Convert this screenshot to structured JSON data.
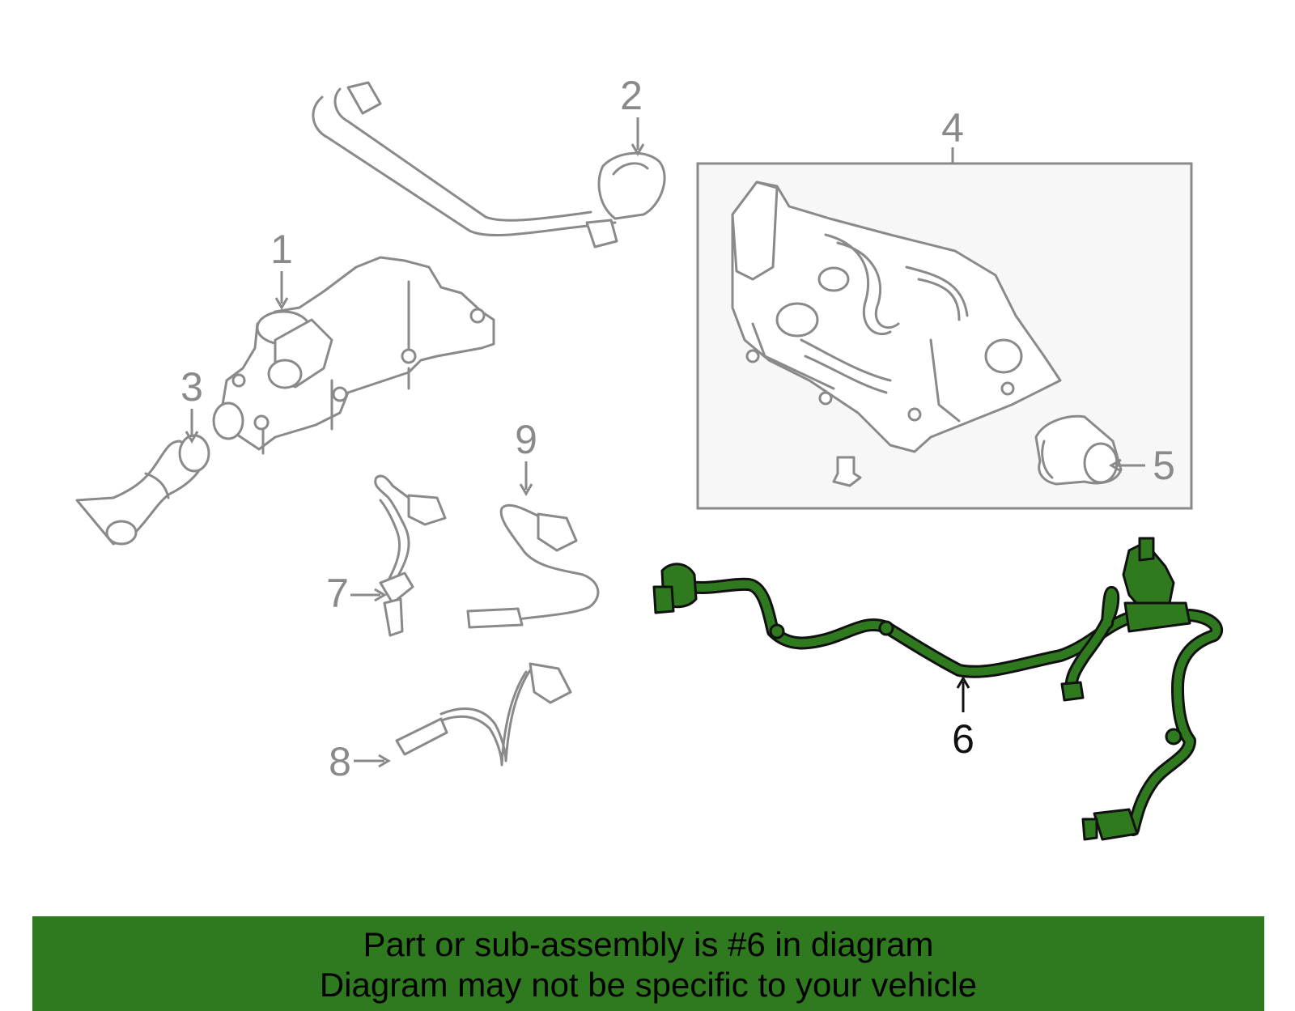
{
  "callouts": {
    "c1": "1",
    "c2": "2",
    "c3": "3",
    "c4": "4",
    "c5": "5",
    "c6": "6",
    "c7": "7",
    "c8": "8",
    "c9": "9"
  },
  "highlight": {
    "part": "6",
    "color": "#2f7a1f"
  },
  "banner": {
    "line1": "Part or sub-assembly is #6 in diagram",
    "line2": "Diagram may not be specific to your vehicle"
  },
  "colors": {
    "banner_bg": "#2f7a1f",
    "parts_stroke": "#8a8a8a",
    "box_fill": "#f7f7f7"
  },
  "icons": {
    "highlight": "green-hose-assembly"
  }
}
